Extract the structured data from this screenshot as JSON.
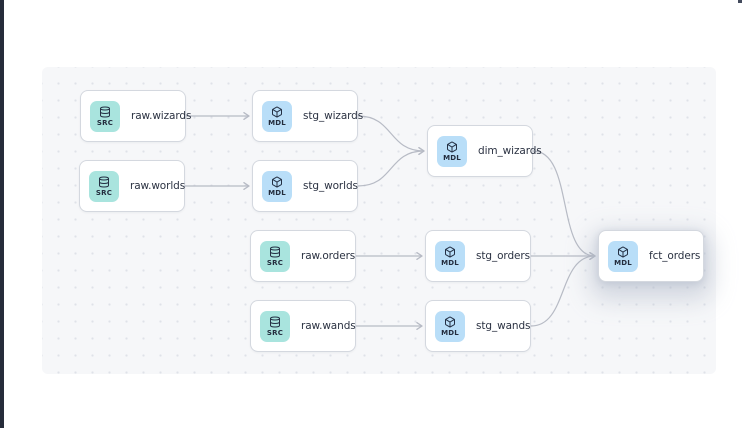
{
  "app": {
    "description": "Data lineage DAG canvas",
    "background": "#ffffff",
    "left_strip_color": "#262c3a"
  },
  "canvas": {
    "background": "#f6f7f9",
    "dot_color": "#dfe2e9"
  },
  "colors": {
    "src_badge": "#a9e4de",
    "mdl_badge": "#b9def8",
    "badge_text": "#232c3d",
    "node_background": "#ffffff",
    "node_border": "#d4d8df",
    "node_label": "#2b3242",
    "edge": "#b7bbc5"
  },
  "badge_types": {
    "SRC": {
      "label": "SRC",
      "icon": "database-icon",
      "color": "#a9e4de"
    },
    "MDL": {
      "label": "MDL",
      "icon": "cube-icon",
      "color": "#b9def8"
    }
  },
  "nodes": [
    {
      "id": "raw.wizards",
      "label": "raw.wizards",
      "type": "SRC"
    },
    {
      "id": "raw.worlds",
      "label": "raw.worlds",
      "type": "SRC"
    },
    {
      "id": "stg_wizards",
      "label": "stg_wizards",
      "type": "MDL"
    },
    {
      "id": "stg_worlds",
      "label": "stg_worlds",
      "type": "MDL"
    },
    {
      "id": "dim_wizards",
      "label": "dim_wizards",
      "type": "MDL"
    },
    {
      "id": "raw.orders",
      "label": "raw.orders",
      "type": "SRC"
    },
    {
      "id": "stg_orders",
      "label": "stg_orders",
      "type": "MDL"
    },
    {
      "id": "raw.wands",
      "label": "raw.wands",
      "type": "SRC"
    },
    {
      "id": "stg_wands",
      "label": "stg_wands",
      "type": "MDL"
    },
    {
      "id": "fct_orders",
      "label": "fct_orders",
      "type": "MDL",
      "highlighted": true
    }
  ],
  "edges": [
    {
      "from": "raw.wizards",
      "to": "stg_wizards"
    },
    {
      "from": "raw.worlds",
      "to": "stg_worlds"
    },
    {
      "from": "stg_wizards",
      "to": "dim_wizards"
    },
    {
      "from": "stg_worlds",
      "to": "dim_wizards"
    },
    {
      "from": "raw.orders",
      "to": "stg_orders"
    },
    {
      "from": "raw.wands",
      "to": "stg_wands"
    },
    {
      "from": "dim_wizards",
      "to": "fct_orders"
    },
    {
      "from": "stg_orders",
      "to": "fct_orders"
    },
    {
      "from": "stg_wands",
      "to": "fct_orders"
    }
  ]
}
